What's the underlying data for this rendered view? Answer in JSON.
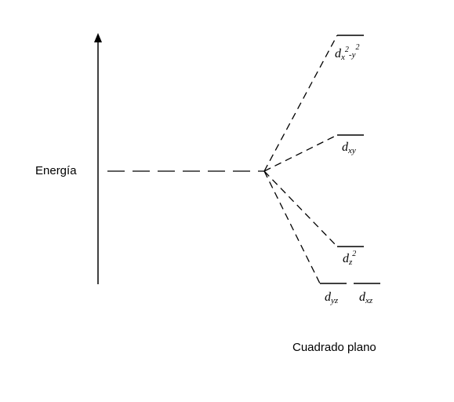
{
  "energy_label": "Energía",
  "caption": "Cuadrado plano",
  "orbitals": {
    "dx2y2": {
      "main": "d",
      "sub": "x",
      "sup1": "2",
      "minus": "-",
      "sub2": "y",
      "sup2": "2"
    },
    "dxy": {
      "main": "d",
      "sub": "xy"
    },
    "dz2": {
      "main": "d",
      "sub": "z",
      "sup": "2"
    },
    "dyz": {
      "main": "d",
      "sub": "yz"
    },
    "dxz": {
      "main": "d",
      "sub": "xz"
    }
  },
  "colors": {
    "line": "#000000",
    "background": "#ffffff"
  }
}
